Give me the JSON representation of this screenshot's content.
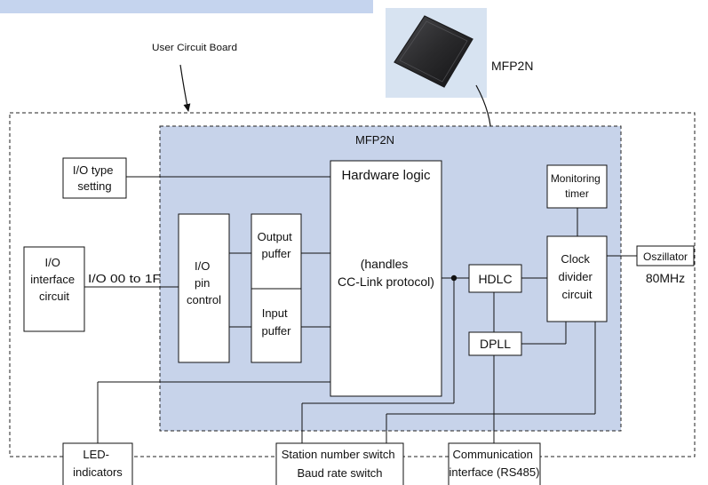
{
  "diagram": {
    "user_board_label": "User Circuit Board",
    "chip_title_top": "MFP2N",
    "chip_region_title": "MFP2N",
    "io_type_setting": [
      "I/O type",
      "setting"
    ],
    "hardware_logic_title": "Hardware logic",
    "hardware_logic_desc": [
      "(handles",
      "CC-Link protocol)"
    ],
    "io_interface_circuit": [
      "I/O",
      "interface",
      "circuit"
    ],
    "io_bus_label": "I/O 00 to 1F",
    "io_pin_control": [
      "I/O",
      "pin",
      "control"
    ],
    "output_puffer": [
      "Output",
      "puffer"
    ],
    "input_puffer": [
      "Input",
      "puffer"
    ],
    "hdlc": "HDLC",
    "dpll": "DPLL",
    "monitoring_timer": [
      "Monitoring",
      "timer"
    ],
    "clock_divider": [
      "Clock",
      "divider",
      "circuit"
    ],
    "oscillator": "Oszillator",
    "oscillator_freq": "80MHz",
    "led_indicators": [
      "LED-",
      "indicators"
    ],
    "station_switch": [
      "Station number switch",
      "Baud rate switch"
    ],
    "communication_interface": [
      "Communication",
      "interface (RS485)"
    ],
    "colors": {
      "chip_region_fill": "#c7d3ea",
      "header_bar": "#c5d4ee",
      "photo_bg": "#d7e3f1",
      "chip_body": "#2d2d2f",
      "line": "#111111"
    }
  }
}
